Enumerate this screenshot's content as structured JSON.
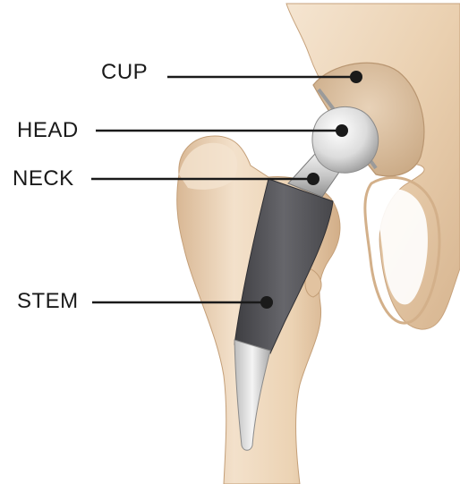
{
  "diagram": {
    "labels": {
      "cup": "CUP",
      "head": "HEAD",
      "neck": "NECK",
      "stem": "STEM"
    }
  },
  "colors": {
    "bone": "#ecd3b4",
    "bone_shadow": "#d3b08a",
    "bone_highlight": "#f7e8d6",
    "metal_light": "#e6e6e6",
    "metal_dark": "#8e8e8e",
    "stem_coating": "#56565a",
    "leader_line": "#1a1a1a"
  },
  "icons": [
    "hip-implant-illustration"
  ]
}
